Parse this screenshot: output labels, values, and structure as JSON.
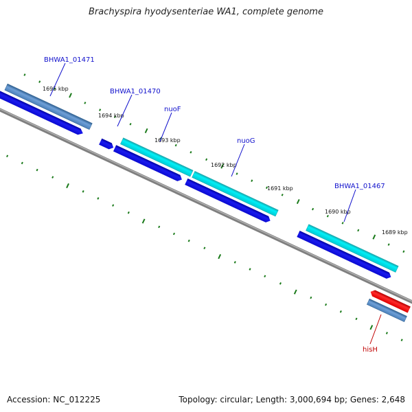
{
  "title": "Brachyspira hyodysenteriae WA1, complete genome",
  "footer": {
    "accession": "Accession: NC_012225",
    "summary": "Topology: circular; Length: 3,000,694 bp; Genes: 2,648"
  },
  "colors": {
    "backbone": "#808080",
    "tick": "#1a7a1a",
    "forward_cds": "#00e5ee",
    "forward_cds_dark": "#1aa3a8",
    "reverse_cds": "#1a1af0",
    "reverse_cds_dark": "#0000a0",
    "gene_blue": "#5b8fc9",
    "gene_blue_dark": "#2e5f8f",
    "gene_red": "#ff1a1a",
    "gene_red_dark": "#b00000",
    "label_blue": "#1010cc",
    "label_red": "#c00000"
  },
  "position_labels": [
    {
      "text": "1695 kbp",
      "kbp": 1695
    },
    {
      "text": "1694 kbp",
      "kbp": 1694
    },
    {
      "text": "1693 kbp",
      "kbp": 1693
    },
    {
      "text": "1692 kbp",
      "kbp": 1692
    },
    {
      "text": "1691 kbp",
      "kbp": 1691
    },
    {
      "text": "1690 kbp",
      "kbp": 1690
    },
    {
      "text": "1689 kbp",
      "kbp": 1689
    }
  ],
  "gene_labels": [
    {
      "name": "BHWA1_01471",
      "kind": "gene",
      "strand": "forward"
    },
    {
      "name": "BHWA1_01470",
      "kind": "gene",
      "strand": "forward"
    },
    {
      "name": "nuoF",
      "kind": "cds",
      "strand": "forward"
    },
    {
      "name": "nuoG",
      "kind": "cds",
      "strand": "forward"
    },
    {
      "name": "BHWA1_01467",
      "kind": "cds",
      "strand": "forward"
    },
    {
      "name": "hisH",
      "kind": "gene",
      "strand": "reverse"
    }
  ]
}
